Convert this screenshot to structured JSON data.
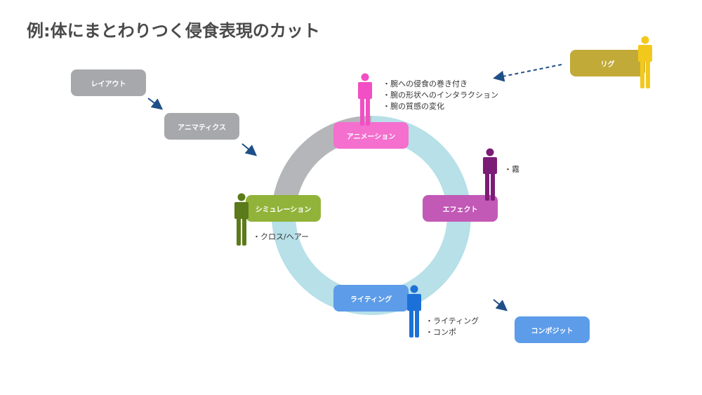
{
  "title": "例:体にまとわりつく侵食表現のカット",
  "boxes": {
    "layout": "レイアウト",
    "animatics": "アニマティクス",
    "animation": "アニメーション",
    "effect": "エフェクト",
    "simulation": "シミュレーション",
    "lighting": "ライティング",
    "composite": "コンポジット",
    "rig": "リグ"
  },
  "notes": {
    "animation": [
      "・腕への侵食の巻き付き",
      "・腕の形状へのインタラクション",
      "・腕の質感の変化"
    ],
    "effect": [
      "・霧"
    ],
    "simulation": [
      "・クロス/ヘアー"
    ],
    "lighting": [
      "・ライティング",
      "・コンポ"
    ]
  },
  "colors": {
    "layout": "#a7a8ab",
    "animatics": "#a7a8ab",
    "animation": "#f46fce",
    "effect": "#c259b6",
    "simulation": "#92b33a",
    "lighting": "#5d9ce8",
    "composite": "#5d9ce8",
    "rig": "#c2aa38",
    "figure_animation": "#f24fc4",
    "figure_effect": "#7b1c76",
    "figure_simulation": "#5b7a1a",
    "figure_lighting": "#1c71d8",
    "figure_rig": "#f3c81c",
    "ring": "#b7e0e8",
    "ring_gray": "#b5b6b9",
    "arrow": "#1f4f88"
  }
}
